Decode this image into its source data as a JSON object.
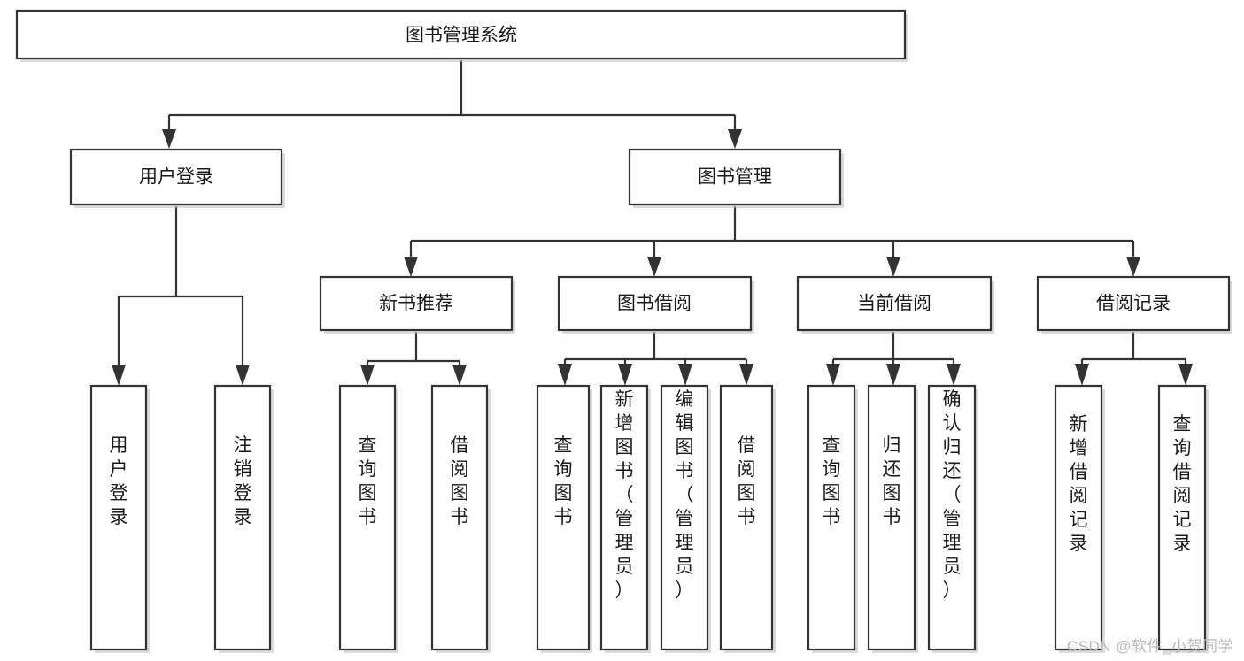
{
  "diagram": {
    "type": "hierarchy-tree",
    "title": "图书管理系统",
    "watermark": "CSDN @软件_小贺同学",
    "colors": {
      "box_stroke": "#333333",
      "box_fill": "#ffffff",
      "text": "#1a1a1a",
      "watermark": "#b9b9b9",
      "background": "#ffffff"
    },
    "levels": [
      {
        "level": 1,
        "nodes": [
          {
            "id": "root",
            "label": "图书管理系统",
            "orientation": "horizontal"
          }
        ]
      },
      {
        "level": 2,
        "nodes": [
          {
            "id": "login",
            "label": "用户登录",
            "orientation": "horizontal",
            "parent": "root"
          },
          {
            "id": "bookmgmt",
            "label": "图书管理",
            "orientation": "horizontal",
            "parent": "root"
          }
        ]
      },
      {
        "level": 3,
        "nodes": [
          {
            "id": "newbook",
            "label": "新书推荐",
            "orientation": "horizontal",
            "parent": "bookmgmt"
          },
          {
            "id": "borrow",
            "label": "图书借阅",
            "orientation": "horizontal",
            "parent": "bookmgmt"
          },
          {
            "id": "current",
            "label": "当前借阅",
            "orientation": "horizontal",
            "parent": "bookmgmt"
          },
          {
            "id": "records",
            "label": "借阅记录",
            "orientation": "horizontal",
            "parent": "bookmgmt"
          }
        ]
      },
      {
        "level": 4,
        "nodes": [
          {
            "id": "leaf-user-login",
            "label": "用户登录",
            "orientation": "vertical",
            "parent": "login"
          },
          {
            "id": "leaf-user-logout",
            "label": "注销登录",
            "orientation": "vertical",
            "parent": "login"
          },
          {
            "id": "leaf-newbook-query",
            "label": "查询图书",
            "orientation": "vertical",
            "parent": "newbook"
          },
          {
            "id": "leaf-newbook-borrow",
            "label": "借阅图书",
            "orientation": "vertical",
            "parent": "newbook"
          },
          {
            "id": "leaf-borrow-query",
            "label": "查询图书",
            "orientation": "vertical",
            "parent": "borrow"
          },
          {
            "id": "leaf-borrow-add",
            "label": "新增图书（管理员）",
            "orientation": "vertical",
            "parent": "borrow"
          },
          {
            "id": "leaf-borrow-edit",
            "label": "编辑图书（管理员）",
            "orientation": "vertical",
            "parent": "borrow"
          },
          {
            "id": "leaf-borrow-lend",
            "label": "借阅图书",
            "orientation": "vertical",
            "parent": "borrow"
          },
          {
            "id": "leaf-current-query",
            "label": "查询图书",
            "orientation": "vertical",
            "parent": "current"
          },
          {
            "id": "leaf-current-return",
            "label": "归还图书",
            "orientation": "vertical",
            "parent": "current"
          },
          {
            "id": "leaf-current-confirm",
            "label": "确认归还（管理员）",
            "orientation": "vertical",
            "parent": "current"
          },
          {
            "id": "leaf-records-add",
            "label": "新增借阅记录",
            "orientation": "vertical",
            "parent": "records"
          },
          {
            "id": "leaf-records-query",
            "label": "查询借阅记录",
            "orientation": "vertical",
            "parent": "records"
          }
        ]
      }
    ]
  }
}
